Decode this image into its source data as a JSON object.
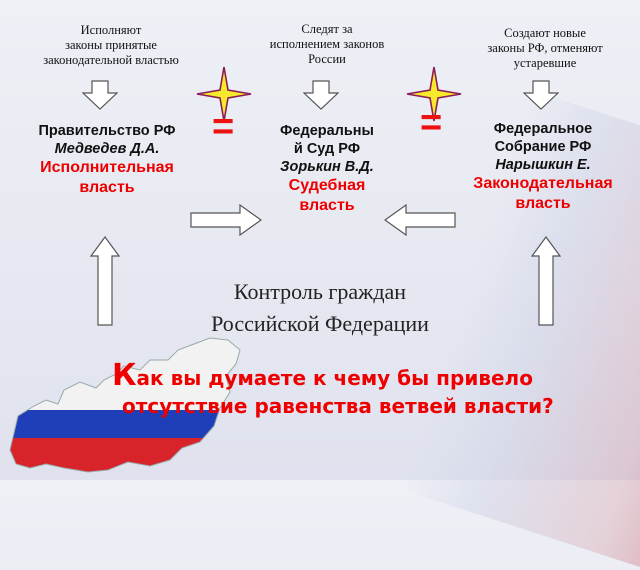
{
  "top": {
    "left": [
      "Исполняют",
      "законы принятые",
      "законодательной властью"
    ],
    "center": [
      "Следят за",
      "исполнением законов",
      "России"
    ],
    "right": [
      "Создают новые",
      "законы РФ, отменяют",
      "устаревшие"
    ]
  },
  "equals": "=",
  "branches": {
    "left": {
      "org": "Правительство РФ",
      "name": "Медведев Д.А.",
      "power": [
        "Исполнительная",
        "власть"
      ]
    },
    "center": {
      "org": [
        "Федеральны",
        "й Суд РФ"
      ],
      "name": "Зорькин В.Д.",
      "power": [
        "Судебная",
        "власть"
      ]
    },
    "right": {
      "org": [
        "Федеральное",
        "Собрание РФ"
      ],
      "name": "Нарышкин Е.",
      "power": [
        "Законодательная",
        "власть"
      ]
    }
  },
  "control": [
    "Контроль граждан",
    "Российской Федерации"
  ],
  "question": {
    "first_letter": "К",
    "line1_rest": "ак вы думаете к чему бы привело",
    "line2": "отсутствие равенства ветвей власти?"
  },
  "colors": {
    "accent": "#e00000",
    "star": "#f6ea2a",
    "flag_white": "#ffffff",
    "flag_blue": "#1f3fb8",
    "flag_red": "#d8232a"
  }
}
